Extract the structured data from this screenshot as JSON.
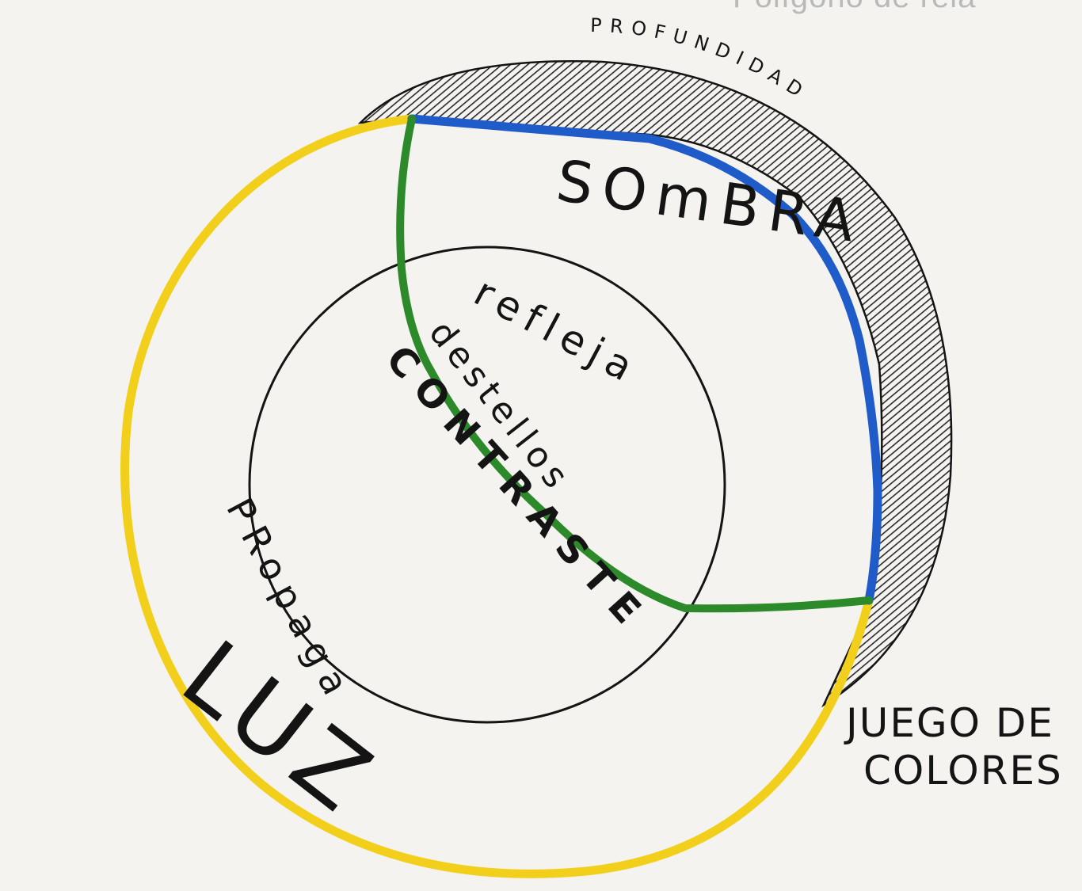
{
  "header": {
    "cropped_title": "Polígono de rela"
  },
  "labels": {
    "profundidad": "PROFUNDIDAD",
    "sombra": "SOmBRA",
    "refleja": "refleja",
    "destellos": "destellos",
    "contraste": "CONTRASTE",
    "propaga": "PRopaga",
    "luz": "LUZ",
    "juego_de_colores": [
      "JUEGO DE",
      "COLORES"
    ]
  },
  "colors": {
    "paper": "#f5f3f0",
    "ink": "#141414",
    "luz_arc": "#f2cf1a",
    "sombra_arc": "#1f5cc9",
    "contraste_line": "#2d8a2a",
    "hatch": "#2a2a2a"
  }
}
